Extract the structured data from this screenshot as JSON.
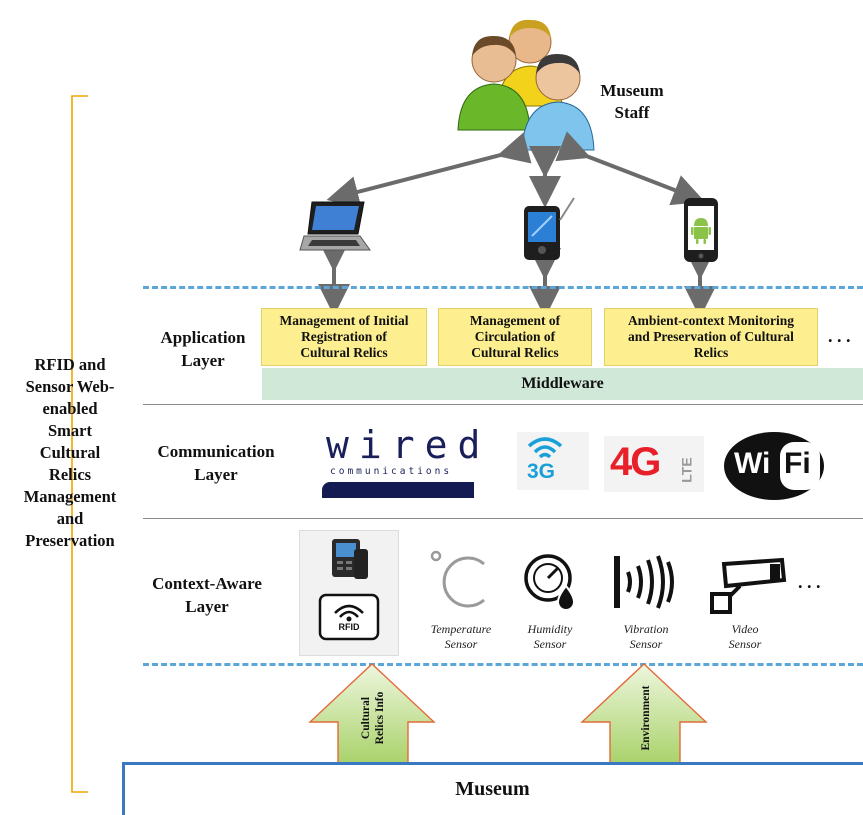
{
  "top": {
    "staff_label_line1": "Museum",
    "staff_label_line2": "Staff"
  },
  "side": {
    "lines": [
      "RFID and",
      "Sensor Web-",
      "enabled",
      "Smart",
      "Cultural",
      "Relics",
      "Management",
      "and",
      "Preservation"
    ]
  },
  "application_layer": {
    "label_line1": "Application",
    "label_line2": "Layer",
    "boxes": [
      {
        "lines": [
          "Management of Initial",
          "Registration of",
          "Cultural Relics"
        ]
      },
      {
        "lines": [
          "Management of",
          "Circulation of",
          "Cultural Relics"
        ]
      },
      {
        "lines": [
          "Ambient-context Monitoring",
          "and Preservation of Cultural",
          "Relics"
        ]
      }
    ],
    "ellipsis": ". . .",
    "middleware": "Middleware"
  },
  "communication_layer": {
    "label_line1": "Communication",
    "label_line2": "Layer",
    "logos": {
      "wired": "wired",
      "wired_sub": "communications",
      "g3": "3G",
      "g4": "4G",
      "lte": "LTE",
      "wifi_a": "Wi",
      "wifi_b": "Fi"
    }
  },
  "context_layer": {
    "label_line1": "Context-Aware",
    "label_line2": "Layer",
    "rfid_text": "RFID",
    "sensors": [
      {
        "line1": "Temperature",
        "line2": "Sensor"
      },
      {
        "line1": "Humidity",
        "line2": "Sensor"
      },
      {
        "line1": "Vibration",
        "line2": "Sensor"
      },
      {
        "line1": "Video",
        "line2": "Sensor"
      }
    ],
    "ellipsis": ". . ."
  },
  "arrows": {
    "left_line1": "Cultural",
    "left_line2": "Relics Info",
    "right": "Environment"
  },
  "bottom": {
    "museum": "Museum"
  },
  "colors": {
    "app_box": "#fdef8f",
    "middleware": "#cfe8d8",
    "dashed_line": "#5aa6d8",
    "bracket": "#f0a500",
    "arrow_fill": "#c8e39a",
    "museum_border": "#3a78c2"
  }
}
